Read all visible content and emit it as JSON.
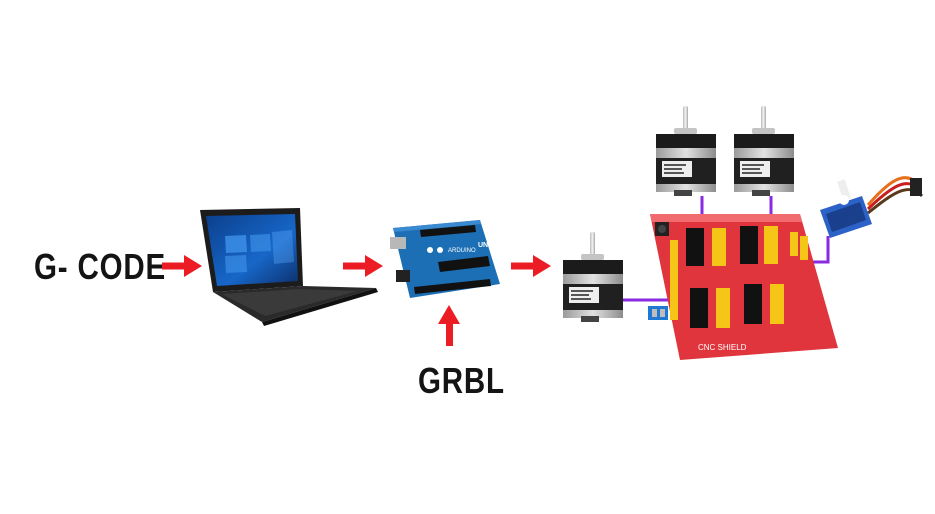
{
  "labels": {
    "input": "G- CODE",
    "firmware": "GRBL"
  },
  "board_text": {
    "arduino_brand": "ARDUINO",
    "arduino_model": "UNO",
    "shield_name": "CNC SHIELD"
  },
  "colors": {
    "arrow": "#ec1c24",
    "shield": "#e0353c",
    "arduino": "#1c6fb5",
    "wire": "#8a2be2",
    "text": "#141414"
  },
  "icons": {
    "computer": "laptop-icon",
    "controller": "arduino-uno-icon",
    "driver_board": "cnc-shield-icon",
    "motor": "stepper-motor-icon",
    "servo": "servo-motor-icon"
  }
}
